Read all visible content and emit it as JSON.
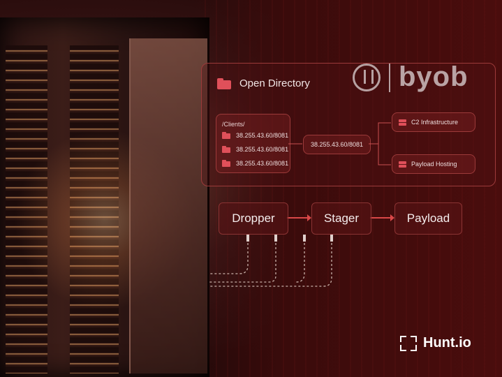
{
  "panel": {
    "title": "Open Directory",
    "clients_path": "/Clients/",
    "clients": [
      "38.255.43.60/8081",
      "38.255.43.60/8081",
      "38.255.43.60/8081"
    ],
    "hub": "38.255.43.60/8081",
    "targets": {
      "c2": "C2 Infrastructure",
      "payload_hosting": "Payload Hosting"
    }
  },
  "flow": {
    "dropper": "Dropper",
    "stager": "Stager",
    "payload": "Payload"
  },
  "logos": {
    "byob": "byob",
    "hunt": "Hunt.io"
  },
  "colors": {
    "accent": "#e0505a",
    "border": "#9c3a3a",
    "background": "#240909"
  }
}
